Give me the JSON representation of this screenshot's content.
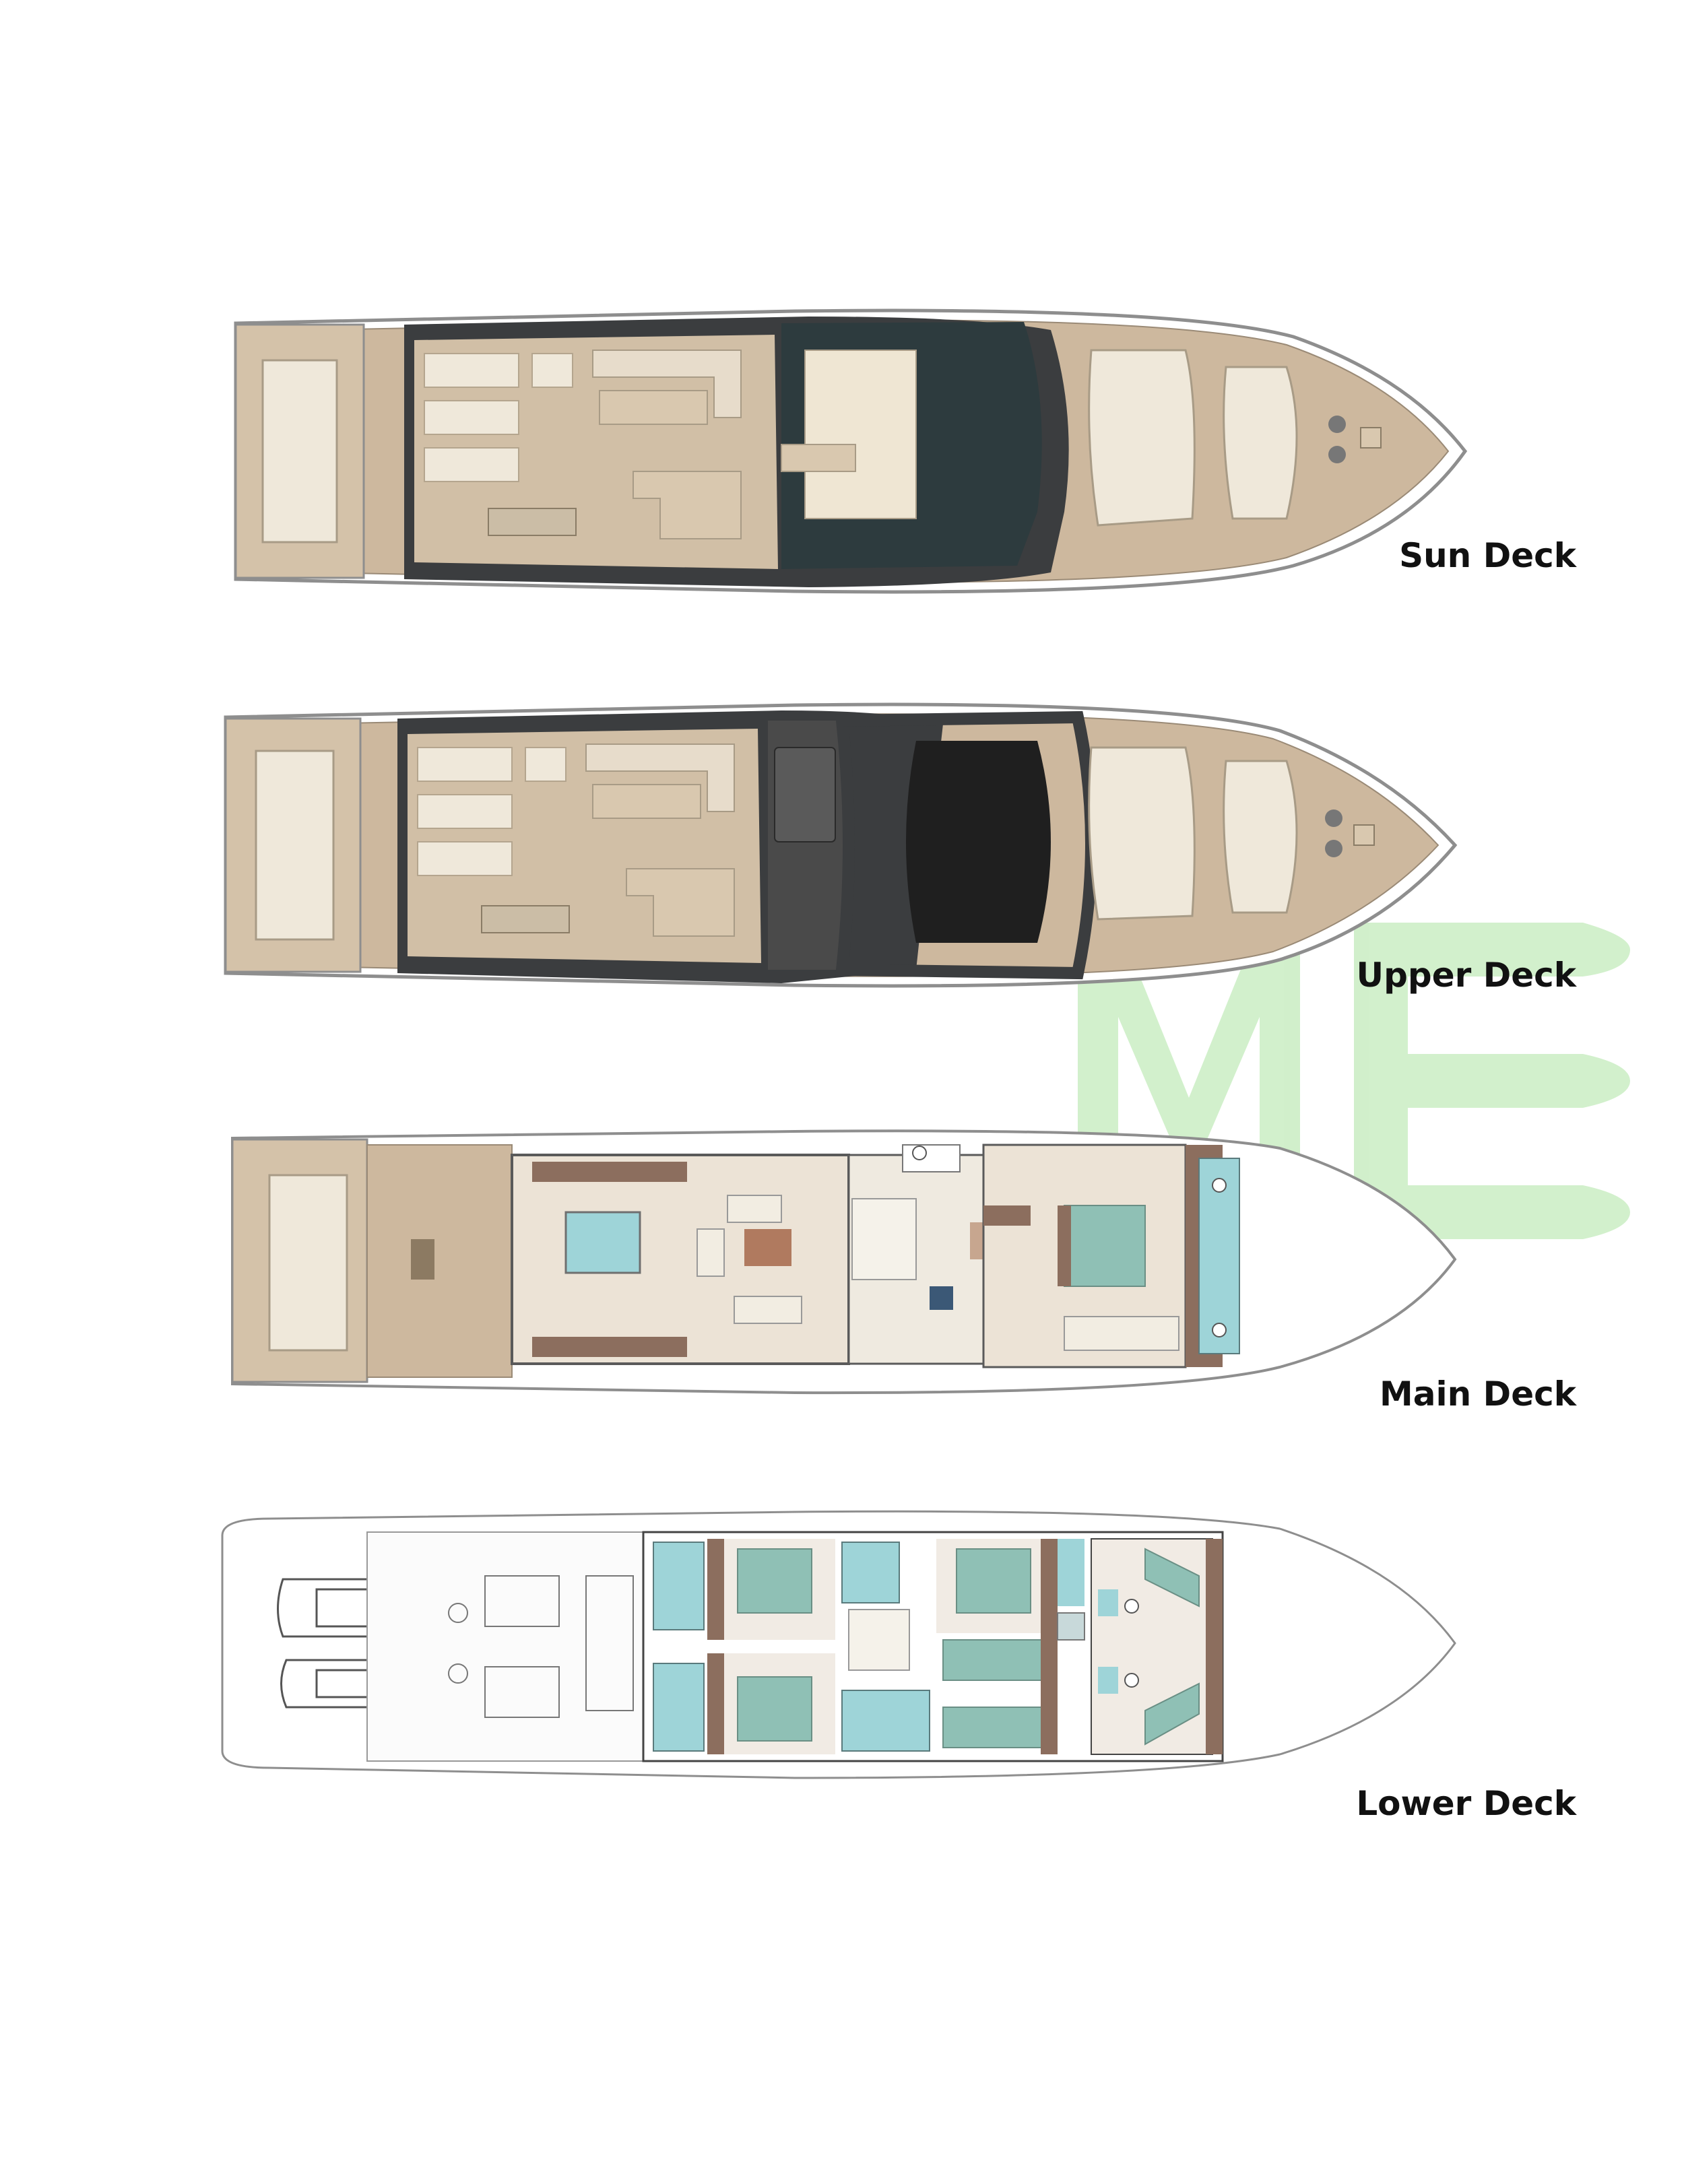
{
  "decks": [
    {
      "id": "sun",
      "label": "Sun Deck"
    },
    {
      "id": "upper",
      "label": "Upper Deck"
    },
    {
      "id": "main",
      "label": "Main Deck"
    },
    {
      "id": "lower",
      "label": "Lower Deck"
    }
  ],
  "colors": {
    "deck_tan": "#cdb89e",
    "deck_tan_light": "#dccab2",
    "cushion": "#ece3d2",
    "hull_outline": "#8e8e8e",
    "dark_glass": "#2d3b3e",
    "dark_roof": "#2a2a2a",
    "interior_floor": "#ece3d6",
    "cabin_bed": "#8fc0b5",
    "bathroom": "#9ed4d8",
    "wood_wall": "#8c6e5e",
    "watermark": "#c9ecc1"
  },
  "icons": [
    "tender-icon",
    "jetski-icon",
    "toilet-icon",
    "bed-icon",
    "stair-icon"
  ]
}
